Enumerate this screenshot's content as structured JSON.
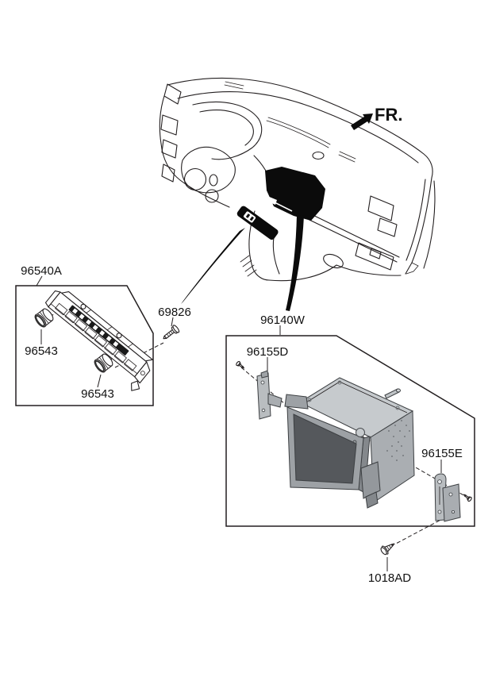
{
  "diagram": {
    "direction_label": "FR.",
    "labels": {
      "group_96540a": "96540A",
      "knob_left": "96543",
      "knob_bottom": "96543",
      "screw_69826": "69826",
      "group_96140w": "96140W",
      "bracket_96155d": "96155D",
      "bracket_96155e": "96155E",
      "screw_1018ad": "1018AD"
    },
    "part_numbers": [
      "96540A",
      "96543",
      "96543",
      "69826",
      "96140W",
      "96155D",
      "96155E",
      "1018AD"
    ],
    "colors": {
      "line": "#231f20",
      "solid_black": "#0b0b0b",
      "unit_screen": "#55585c",
      "unit_bezel": "#9da1a5",
      "unit_top": "#c6cacd",
      "unit_side": "#aaaeb2",
      "bracket": "#b9bdc0",
      "background": "#ffffff"
    }
  }
}
